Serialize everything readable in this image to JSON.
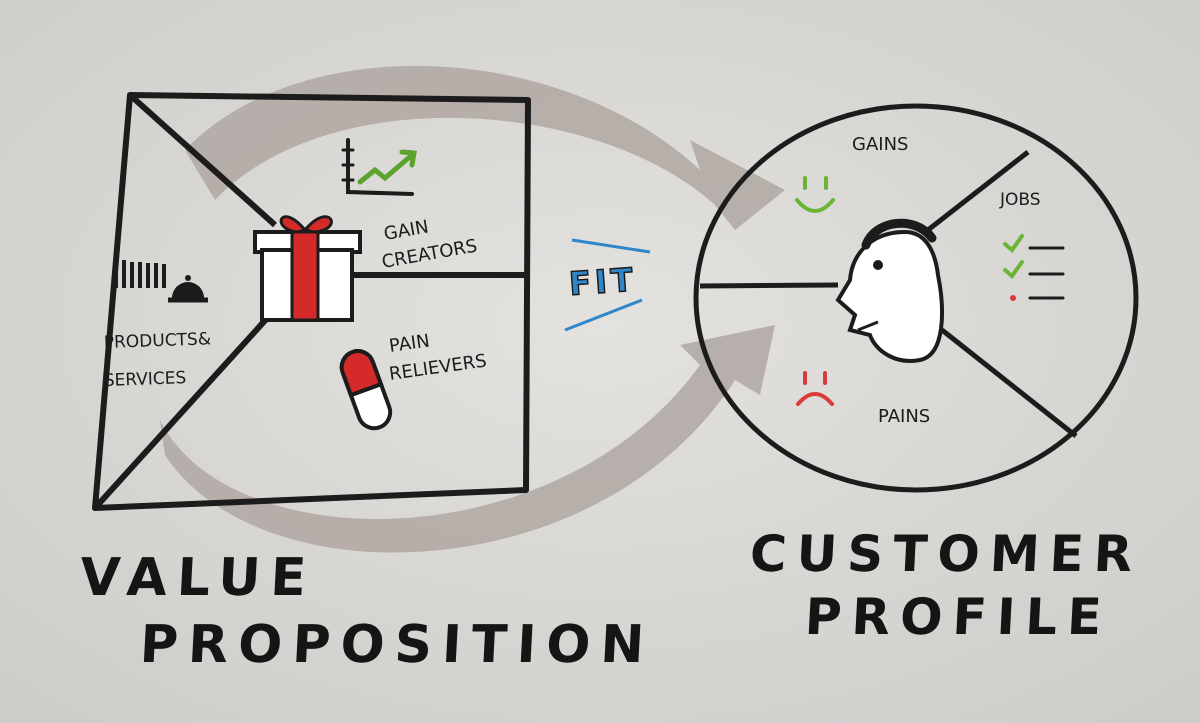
{
  "value_proposition": {
    "title_line1": "VALUE",
    "title_line2": "PROPOSITION",
    "products_label_line1": "PRODUCTS&",
    "products_label_line2": "SERVICES",
    "gain_creators_line1": "GAIN",
    "gain_creators_line2": "CREATORS",
    "pain_relievers_line1": "PAIN",
    "pain_relievers_line2": "RELIEVERS"
  },
  "fit_label": "FIT",
  "customer_profile": {
    "title_line1": "CUSTOMER",
    "title_line2": "PROFILE",
    "gains_label": "GAINS",
    "jobs_label": "JOBS",
    "pains_label": "PAINS"
  },
  "colors": {
    "ink": "#1c1c1c",
    "arrow_grey": "#b3aaa5",
    "gift_red": "#d42a2a",
    "smile_green": "#6ab536",
    "frown_red": "#d93a3a",
    "fit_blue": "#2f87c9",
    "paper": "#d9d7d4"
  },
  "icons": [
    "bar-chart-growth-icon",
    "gift-box-icon",
    "pill-capsule-icon",
    "barcode-icon",
    "service-bell-icon",
    "smiley-face-icon",
    "sad-face-icon",
    "checklist-icon",
    "customer-head-icon"
  ]
}
